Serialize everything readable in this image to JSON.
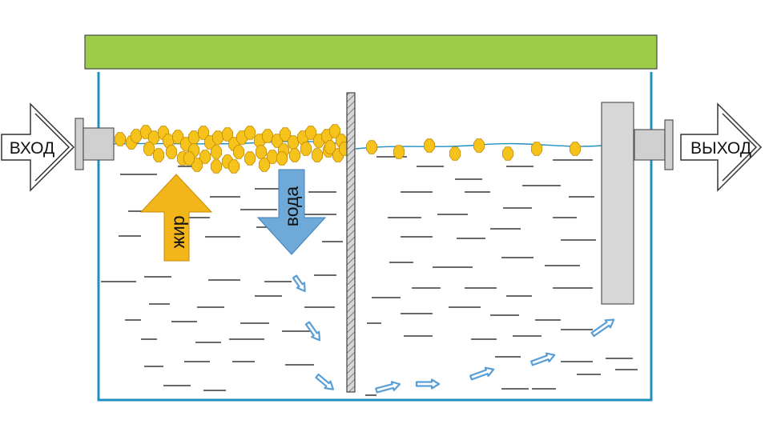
{
  "labels": {
    "inlet": "ВХОД",
    "outlet": "ВЫХОД",
    "fat": "жир",
    "water": "вода"
  },
  "colors": {
    "lid": "#9ccc48",
    "lid_border": "#4a4a4a",
    "tank_wall": "#1f8fbf",
    "water_surface": "#1f8fbf",
    "fat_blob": "#f6c21c",
    "fat_blob_stroke": "#c98f00",
    "fat_arrow": "#f3b61a",
    "water_arrow": "#6fa9d8",
    "flow_arrow": "#5a9ed6",
    "pipe_fitting": "#d0d0d0",
    "baffle_plate": "#d7d7d7",
    "dash_line": "#111111"
  },
  "icons": {
    "inlet_arrow": "chevron-outline-arrow-right",
    "outlet_arrow": "chevron-outline-arrow-right",
    "fat_direction": "arrow-up",
    "water_direction": "arrow-down",
    "flow": "small-arrow"
  }
}
